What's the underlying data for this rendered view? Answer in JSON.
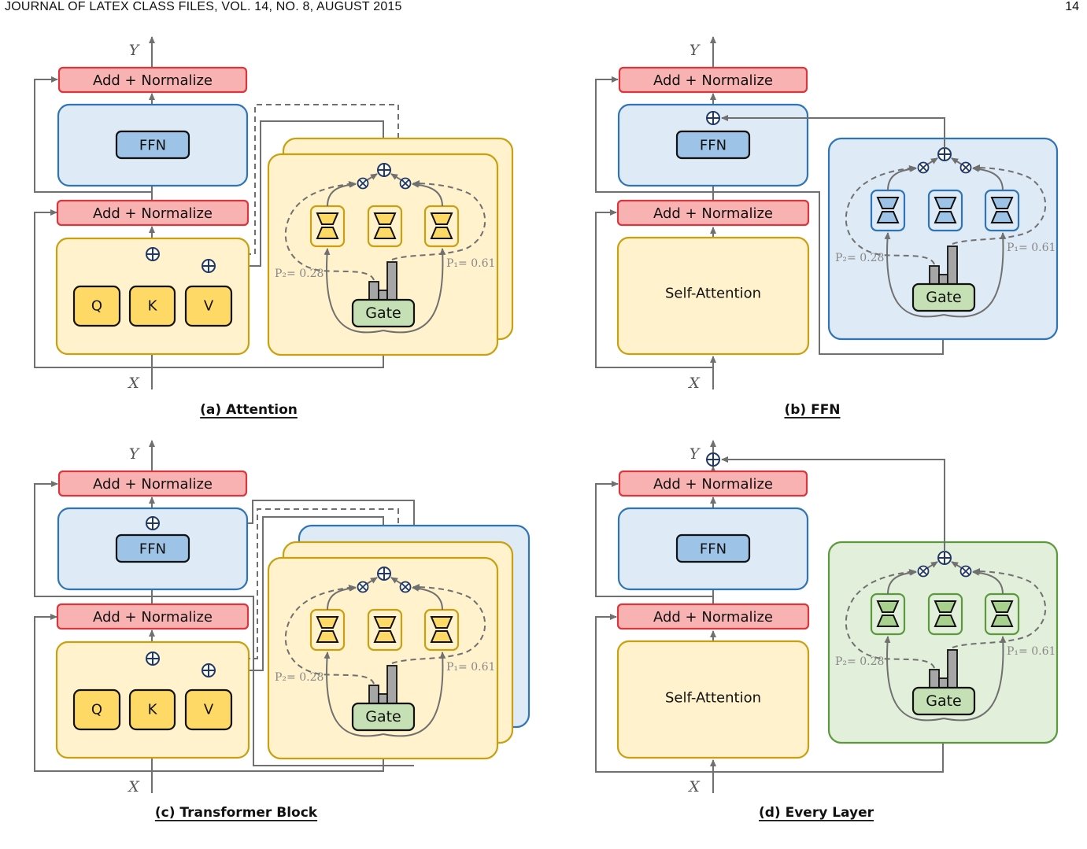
{
  "header": {
    "title": "JOURNAL OF LATEX CLASS FILES, VOL. 14, NO. 8, AUGUST 2015",
    "page": "14"
  },
  "labels": {
    "y": "Y",
    "x": "X",
    "add_norm": "Add + Normalize",
    "ffn": "FFN",
    "self_attention": "Self-Attention",
    "q": "Q",
    "k": "K",
    "v": "V",
    "gate": "Gate",
    "p2": "P₂= 0.28",
    "p1": "P₁= 0.61"
  },
  "captions": [
    "(a) Attention",
    "(b) FFN",
    "(c) Transformer Block",
    "(d) Every Layer"
  ],
  "colors": {
    "add_norm_fill": "#f9b2b2",
    "add_norm_stroke": "#d9363e",
    "ffn_container_fill": "#deeaf6",
    "ffn_container_stroke": "#2f75b6",
    "ffn_box_fill": "#9dc3e6",
    "attn_fill": "#fff2cc",
    "attn_stroke": "#c9a00f",
    "qkv_fill": "#ffd966",
    "gate_fill": "#c5e0b4",
    "green_fill": "#e2efda",
    "green_stroke": "#5b9a3c",
    "green_expert": "#a9d18e",
    "arrow": "#707070",
    "op_stroke": "#1f3864"
  }
}
